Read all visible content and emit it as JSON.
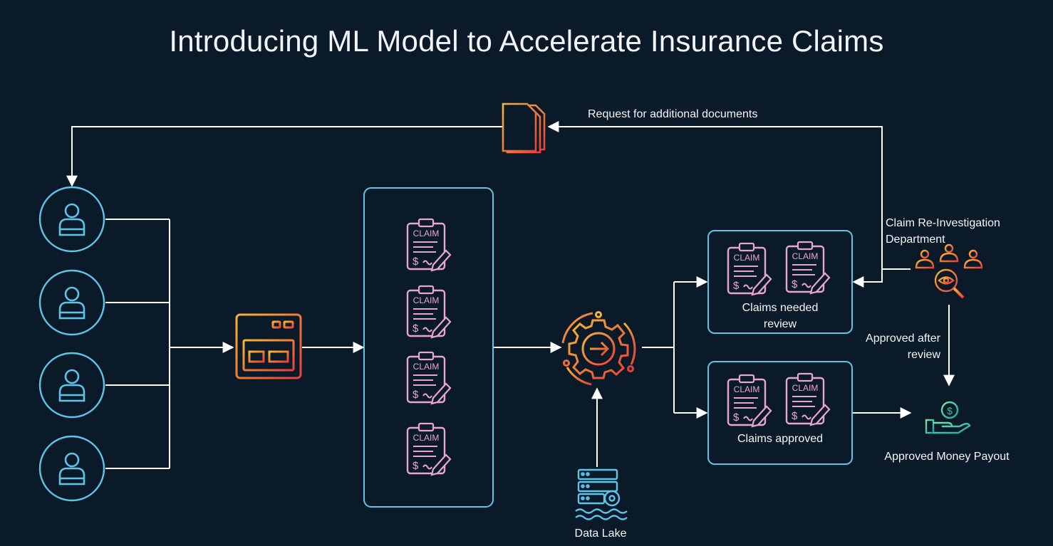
{
  "title": "Introducing ML Model to Accelerate Insurance Claims",
  "labels": {
    "request_docs": "Request for additional documents",
    "reinvestigation_line1": "Claim Re-Investigation",
    "reinvestigation_line2": "Department",
    "needed_review_line1": "Claims needed",
    "needed_review_line2": "review",
    "approved_after_line1": "Approved after",
    "approved_after_line2": "review",
    "claims_approved": "Claims approved",
    "payout": "Approved Money Payout",
    "data_lake": "Data Lake"
  },
  "claim_form": {
    "heading": "CLAIM",
    "currency": "$"
  },
  "customers": [
    "customer",
    "customer",
    "customer",
    "customer"
  ],
  "colors": {
    "background": "#0b1a29",
    "line": "#ffffff",
    "customer_blue": "#5ec4e8",
    "orange": "#f0722a",
    "pink": "#e9a6cc",
    "green": "#3bbf8a"
  }
}
